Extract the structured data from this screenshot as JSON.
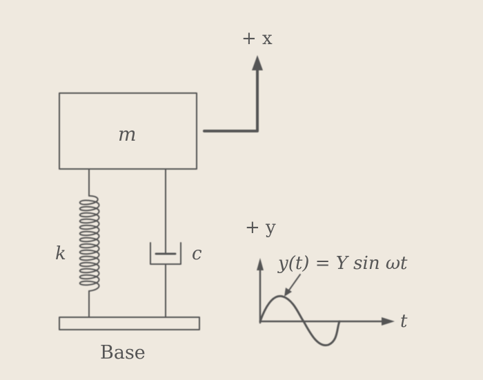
{
  "labels": {
    "plus_x": "+ x",
    "mass": "m",
    "spring": "k",
    "damper": "c",
    "plus_y": "+ y",
    "equation": "y(t) = Y sin ωt",
    "time_axis": "t",
    "base": "Base"
  },
  "colors": {
    "background": "#efe9df",
    "ink": "#555555"
  }
}
